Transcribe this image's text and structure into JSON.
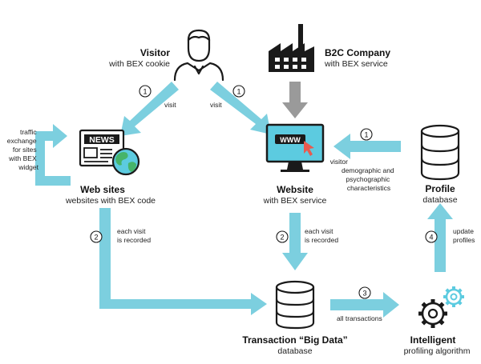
{
  "nodes": {
    "visitor": {
      "title": "Visitor",
      "subtitle": "with BEX cookie"
    },
    "b2c": {
      "title": "B2C Company",
      "subtitle": "with BEX service"
    },
    "web_sites": {
      "title": "Web sites",
      "subtitle": "websites with BEX code"
    },
    "website": {
      "title": "Website",
      "subtitle": "with BEX service"
    },
    "profile": {
      "title": "Profile",
      "subtitle": "database"
    },
    "transaction": {
      "title": "Transaction “Big Data”",
      "subtitle": "database"
    },
    "intelligent": {
      "title": "Intelligent",
      "subtitle": "profiling algorithm"
    }
  },
  "icons": {
    "news_text": "NEWS",
    "browser_text": "WWW"
  },
  "edges": {
    "visit_left": {
      "step": "1",
      "label": "visit"
    },
    "visit_right": {
      "step": "1",
      "label": "visit"
    },
    "profile_to_website": {
      "step": "1",
      "label_lines": [
        "visitor",
        "demographic and",
        "psychographic",
        "characteristics"
      ]
    },
    "traffic_exchange": {
      "label_lines": [
        "traffic",
        "exchange",
        "for sites",
        "with BEX",
        "widget"
      ]
    },
    "websites_to_transaction": {
      "step": "2",
      "label_lines": [
        "each visit",
        "is recorded"
      ]
    },
    "website_to_transaction": {
      "step": "2",
      "label_lines": [
        "each visit",
        "is recorded"
      ]
    },
    "transaction_to_intelligent": {
      "step": "3",
      "label": "all transactions"
    },
    "intelligent_to_profile": {
      "step": "4",
      "label_lines": [
        "update",
        "profiles"
      ]
    }
  },
  "colors": {
    "arrow": "#7ccfdf",
    "grey_arrow": "#9a9a9a",
    "monitor_screen": "#5ccbe0",
    "globe_water": "#5ccbe0",
    "globe_land": "#46b46a",
    "gear_teal": "#5ccbe0"
  }
}
